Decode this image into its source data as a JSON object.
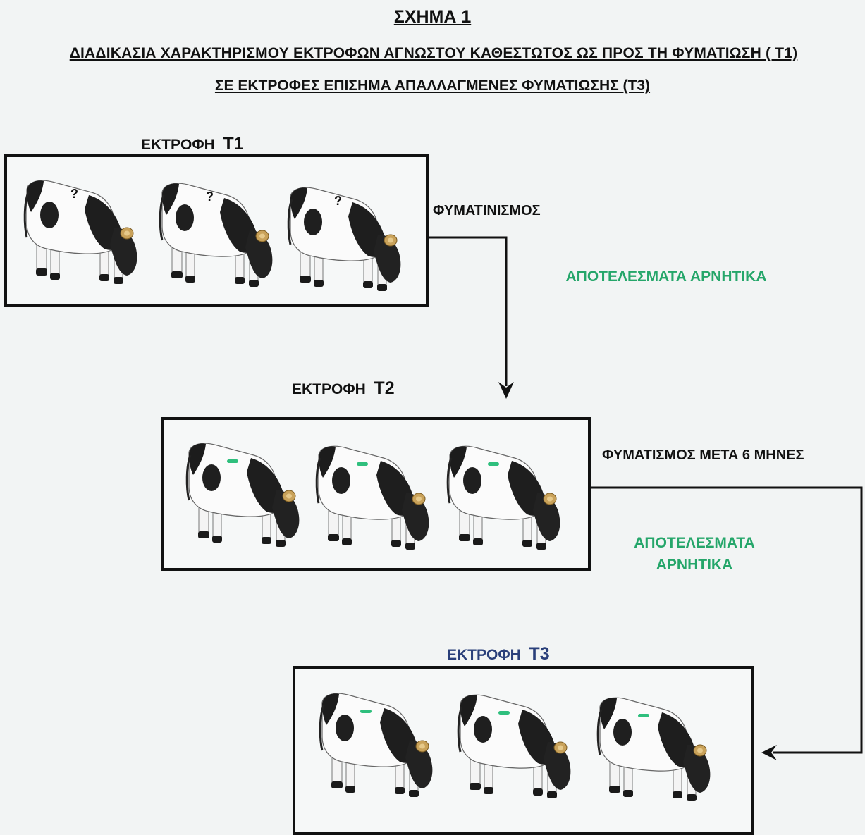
{
  "figure": {
    "title": "ΣΧΗΜΑ 1",
    "subtitle_line1": "ΔΙΑΔΙΚΑΣΙΑ ΧΑΡΑΚΤΗΡΙΣΜΟΥ ΕΚΤΡΟΦΩΝ ΑΓΝΩΣΤΟΥ ΚΑΘΕΣΤΩΤΟΣ ΩΣ ΠΡΟΣ ΤΗ ΦΥΜΑΤΙΩΣΗ ( Τ1)",
    "subtitle_line2": "ΣΕ ΕΚΤΡΟΦΕΣ  ΕΠΙΣΗΜΑ ΑΠΑΛΛΑΓΜΕΝΕΣ ΦΥΜΑΤΙΩΣΗΣ (Τ3)"
  },
  "farms": [
    {
      "label": "ΕΚΤΡΟΦΗ",
      "code": "Τ1",
      "label_color": "#111111",
      "cow_mark": "?",
      "cow_count": 3
    },
    {
      "label": "ΕΚΤΡΟΦΗ",
      "code": "Τ2",
      "label_color": "#111111",
      "cow_mark": "–",
      "cow_count": 3
    },
    {
      "label": "ΕΚΤΡΟΦΗ",
      "code": "Τ3",
      "label_color": "#2a3f7a",
      "cow_mark": "–",
      "cow_count": 3
    }
  ],
  "steps": [
    {
      "action": "ΦΥΜΑΤΙΝΙΣΜΟΣ",
      "result_lines": [
        "ΑΠΟΤΕΛΕΣΜΑΤΑ  ΑΡΝΗΤΙΚΑ"
      ]
    },
    {
      "action": "ΦΥΜΑΤΙΣΜΟΣ  ΜΕΤΑ 6 ΜΗΝΕΣ",
      "result_lines": [
        "ΑΠΟΤΕΛΕΣΜΑΤΑ",
        "ΑΡΝΗΤΙΚΑ"
      ]
    }
  ],
  "colors": {
    "result_text": "#25a66a",
    "negative_mark": "#2fbf7d",
    "question_mark": "#111111",
    "box_border": "#111111",
    "arrow": "#111111"
  }
}
